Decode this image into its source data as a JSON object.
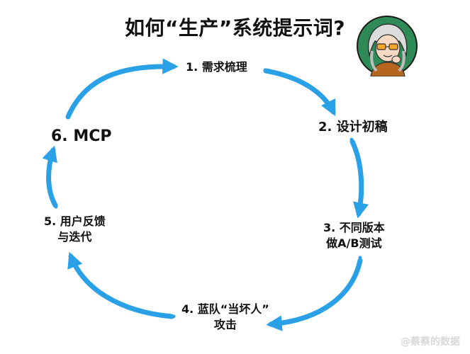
{
  "title": "如何“生产”系统提示词?",
  "steps": [
    {
      "id": 1,
      "label": "1. 需求梳理",
      "lines": [
        "1. 需求梳理"
      ]
    },
    {
      "id": 2,
      "label": "2. 设计初稿",
      "lines": [
        "2. 设计初稿"
      ]
    },
    {
      "id": 3,
      "label": "3. 不同版本 做A/B测试",
      "lines": [
        "3. 不同版本",
        "做A/B测试"
      ]
    },
    {
      "id": 4,
      "label": "4. 蓝队“当坏人” 攻击",
      "lines": [
        "4. 蓝队“当坏人”",
        "攻击"
      ]
    },
    {
      "id": 5,
      "label": "5. 用户反馈 与迭代",
      "lines": [
        "5. 用户反馈",
        "与迭代"
      ]
    },
    {
      "id": 6,
      "label": "6. MCP",
      "lines": [
        "6. MCP"
      ]
    }
  ],
  "watermark": "@蔡蔡的数据",
  "colors": {
    "arrow": "#2aa0e6",
    "text": "#111111",
    "avatar_bg": "#2e8b57",
    "glasses": "#f5a623"
  }
}
